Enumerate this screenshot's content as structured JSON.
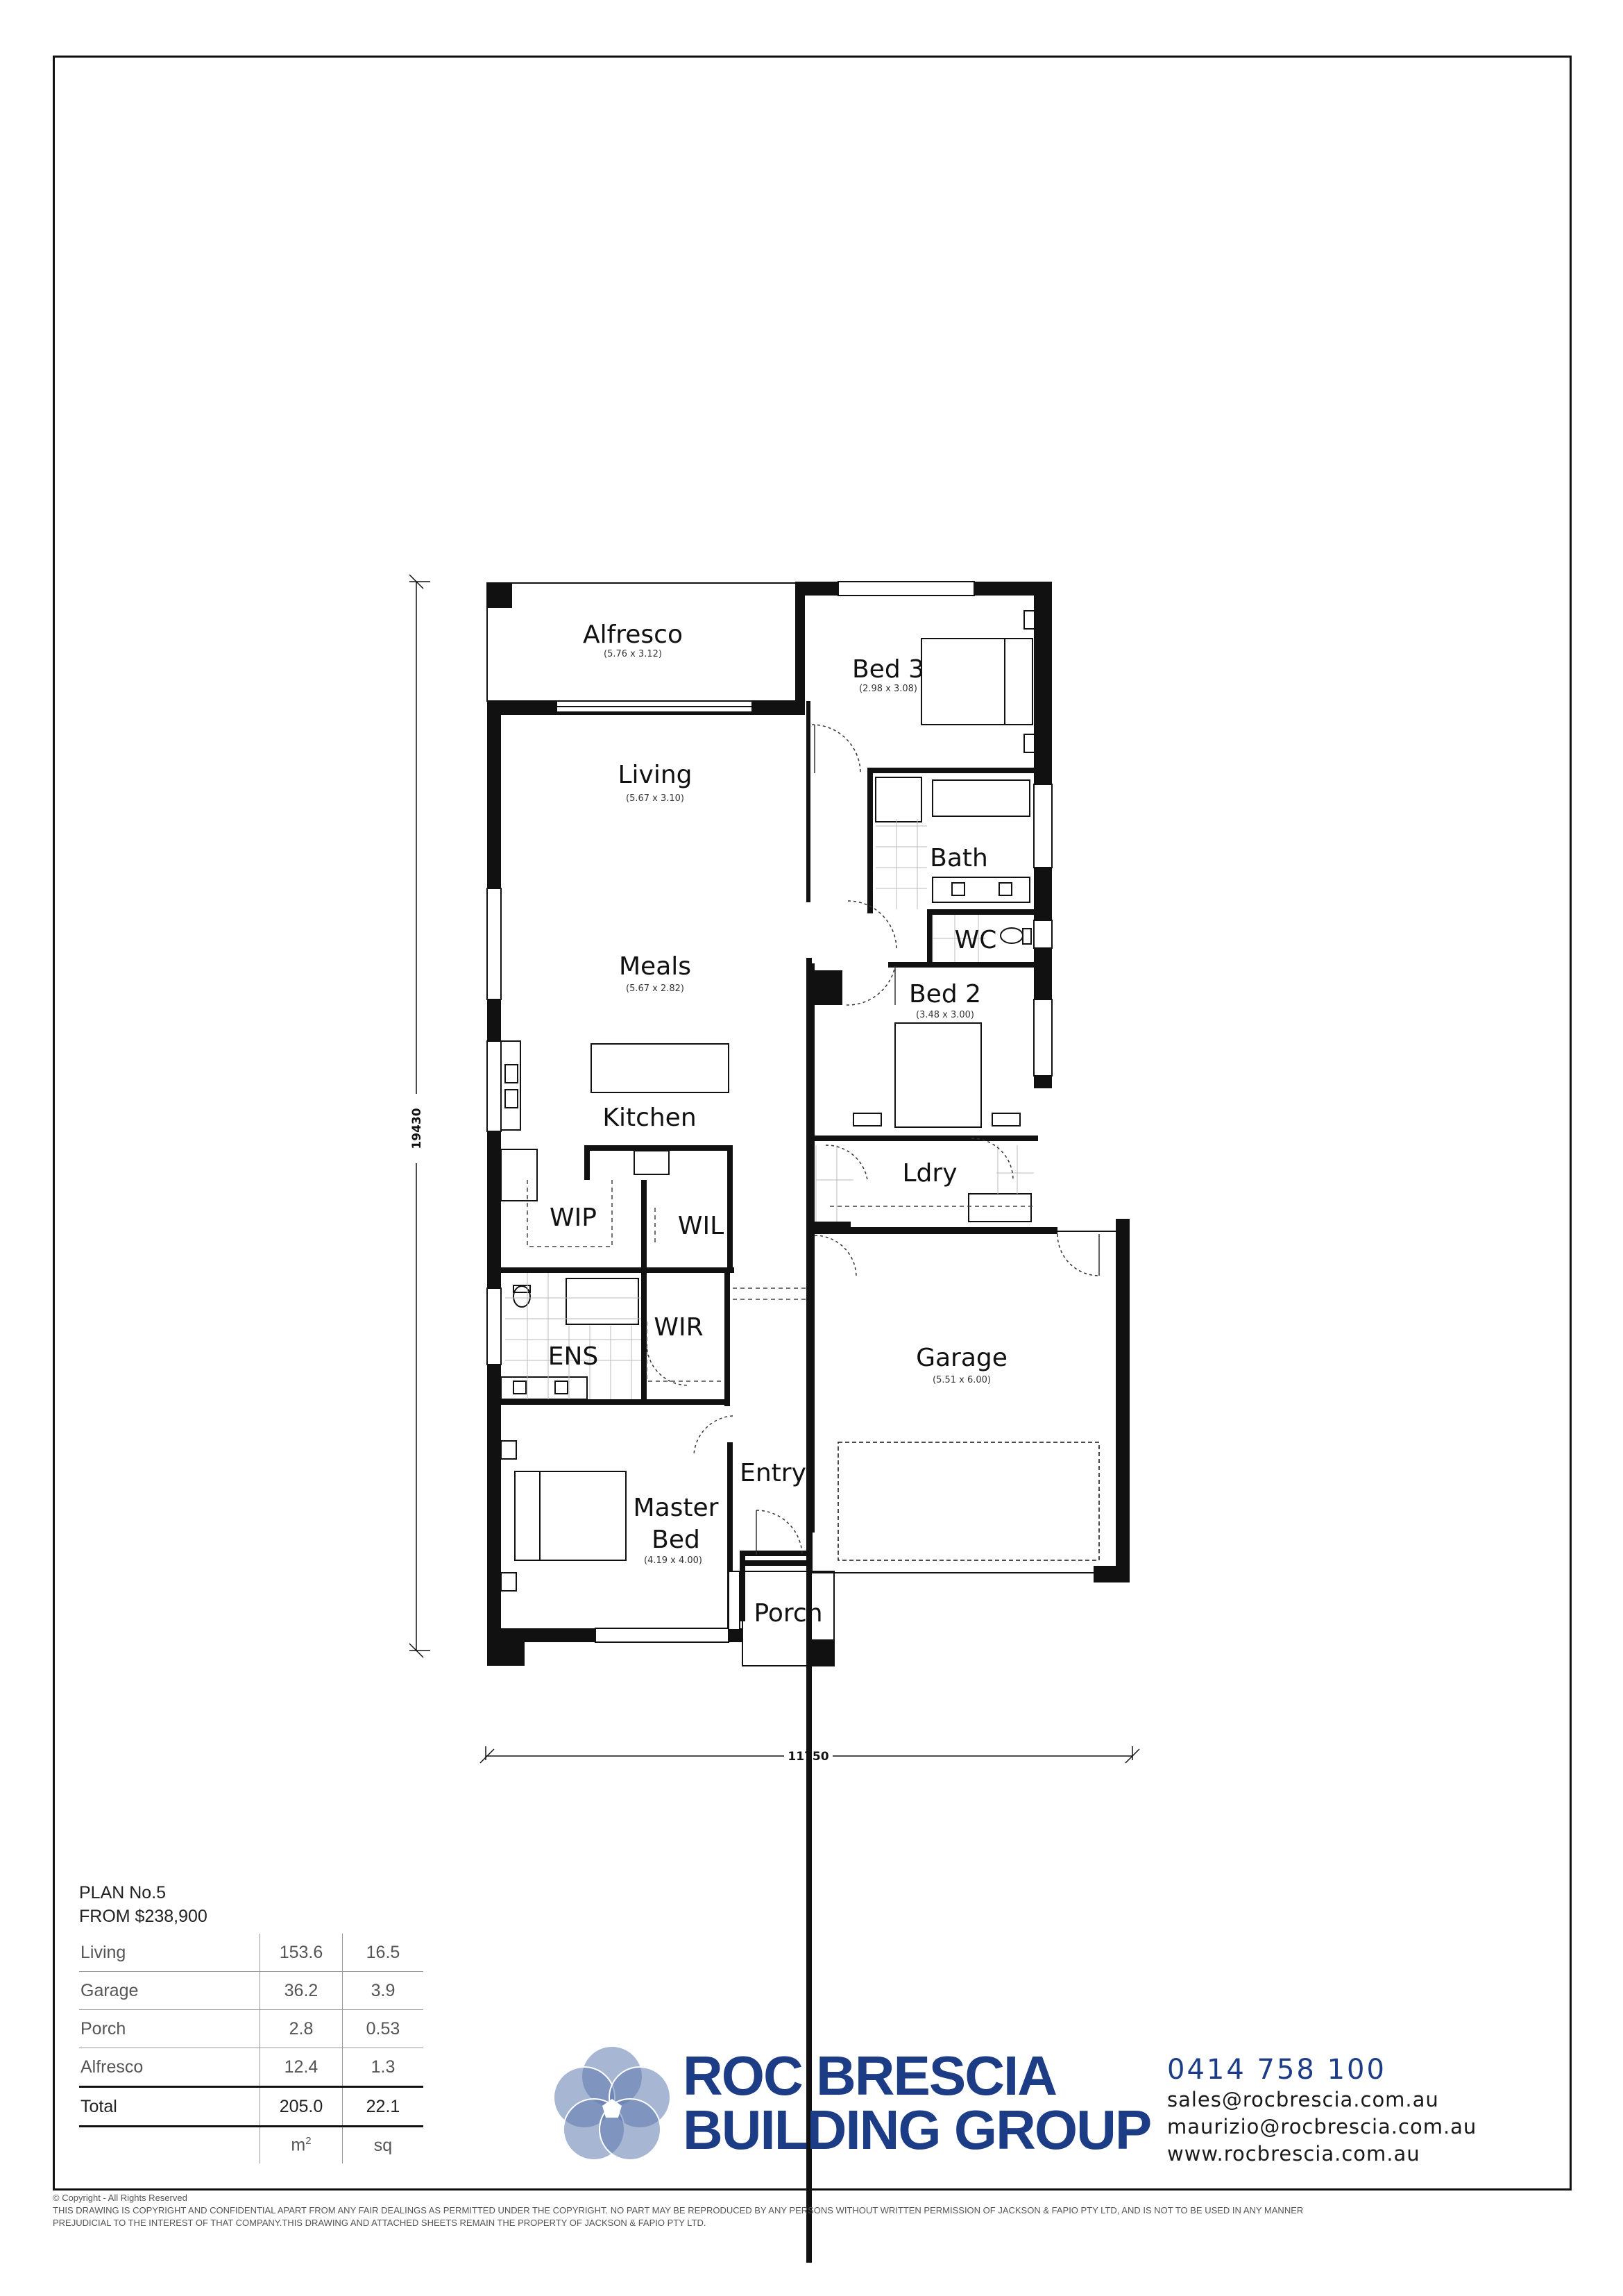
{
  "rooms": {
    "alfresco": {
      "name": "Alfresco",
      "dims": "(5.76 x 3.12)"
    },
    "bed3": {
      "name": "Bed 3",
      "dims": "(2.98 x 3.08)"
    },
    "living": {
      "name": "Living",
      "dims": "(5.67 x 3.10)"
    },
    "bath": {
      "name": "Bath"
    },
    "wc": {
      "name": "WC"
    },
    "meals": {
      "name": "Meals",
      "dims": "(5.67 x 2.82)"
    },
    "bed2": {
      "name": "Bed 2",
      "dims": "(3.48 x 3.00)"
    },
    "kitchen": {
      "name": "Kitchen"
    },
    "ldry": {
      "name": "Ldry"
    },
    "wip": {
      "name": "WIP"
    },
    "wil": {
      "name": "WIL"
    },
    "wir": {
      "name": "WIR"
    },
    "ens": {
      "name": "ENS"
    },
    "garage": {
      "name": "Garage",
      "dims": "(5.51 x 6.00)"
    },
    "entry": {
      "name": "Entry"
    },
    "master": {
      "name_line1": "Master",
      "name_line2": "Bed",
      "dims": "(4.19 x 4.00)"
    },
    "porch": {
      "name": "Porch"
    }
  },
  "dimensions": {
    "depth": "19430",
    "width": "11750"
  },
  "plan": {
    "number": "PLAN No.5",
    "price": "FROM $238,900"
  },
  "areas": {
    "rows": [
      {
        "label": "Living",
        "m2": "153.6",
        "sq": "16.5"
      },
      {
        "label": "Garage",
        "m2": "36.2",
        "sq": "3.9"
      },
      {
        "label": "Porch",
        "m2": "2.8",
        "sq": "0.53"
      },
      {
        "label": "Alfresco",
        "m2": "12.4",
        "sq": "1.3"
      }
    ],
    "total": {
      "label": "Total",
      "m2": "205.0",
      "sq": "22.1"
    },
    "units": {
      "m2": "m",
      "m2_sup": "2",
      "sq": "sq"
    }
  },
  "company": {
    "line1": "ROC BRESCIA",
    "line2": "BUILDING GROUP",
    "phone": "0414  758  100",
    "email1": "sales@rocbrescia.com.au",
    "email2": "maurizio@rocbrescia.com.au",
    "website": "www.rocbrescia.com.au",
    "brand_color": "#1c3d86",
    "logo_color": "#5f7aae"
  },
  "footer": {
    "copyright": "© Copyright  -  All Rights Reserved",
    "legal1": "THIS DRAWING IS COPYRIGHT AND CONFIDENTIAL APART FROM ANY FAIR DEALINGS AS PERMITTED UNDER THE COPYRIGHT. NO PART MAY BE REPRODUCED BY ANY PERSONS WITHOUT WRITTEN PERMISSION OF JACKSON & FAPIO PTY LTD, AND IS NOT TO BE USED IN ANY MANNER",
    "legal2": "PREJUDICIAL TO THE INTEREST OF THAT COMPANY.THIS DRAWING AND ATTACHED SHEETS REMAIN THE PROPERTY OF JACKSON & FAPIO PTY LTD."
  }
}
